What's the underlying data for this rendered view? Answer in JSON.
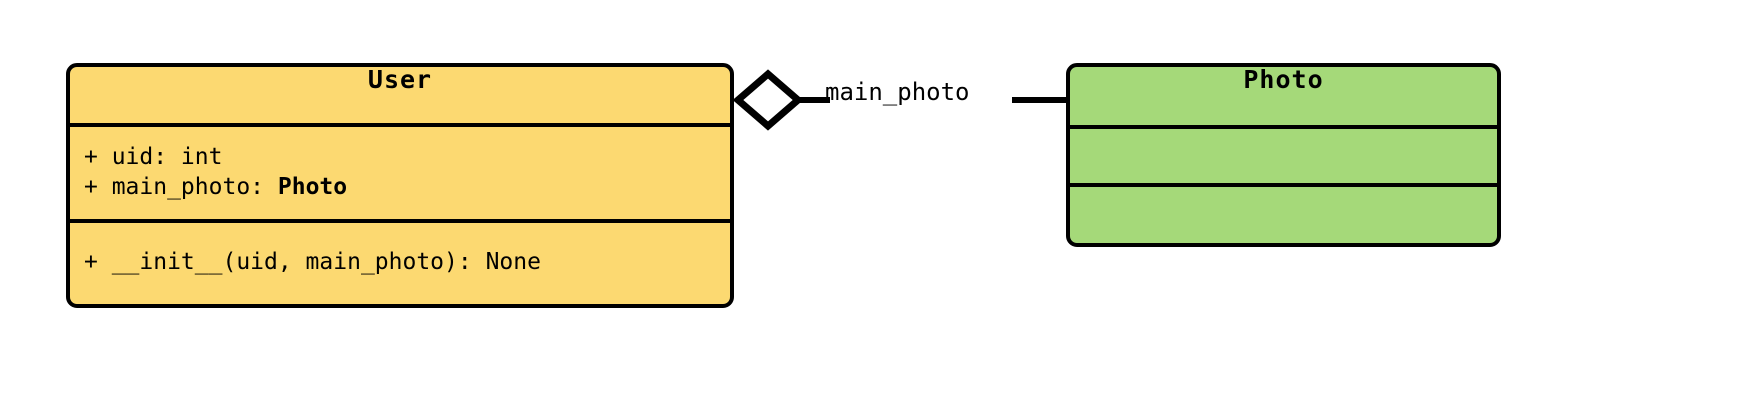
{
  "diagram": {
    "type": "uml-class-diagram",
    "background_color": "#ffffff",
    "classes": [
      {
        "name": "User",
        "fill_color": "#FCD971",
        "border_color": "#000000",
        "attributes": [
          {
            "visibility": "+",
            "text": "+ uid: int",
            "name": "uid",
            "type": "int",
            "type_is_link": false
          },
          {
            "visibility": "+",
            "prefix": "+ main_photo: ",
            "name": "main_photo",
            "type": "Photo",
            "type_is_link": true
          }
        ],
        "methods": [
          {
            "visibility": "+",
            "text": "+ __init__(uid, main_photo): None",
            "name": "__init__",
            "params": "uid, main_photo",
            "returns": "None"
          }
        ]
      },
      {
        "name": "Photo",
        "fill_color": "#A5D979",
        "border_color": "#000000",
        "attributes": [],
        "methods": []
      }
    ],
    "relationships": [
      {
        "kind": "aggregation",
        "label": "main_photo",
        "source": "User",
        "target": "Photo",
        "diamond": "hollow",
        "diamond_fill": "#ffffff",
        "line_color": "#000000"
      }
    ]
  }
}
